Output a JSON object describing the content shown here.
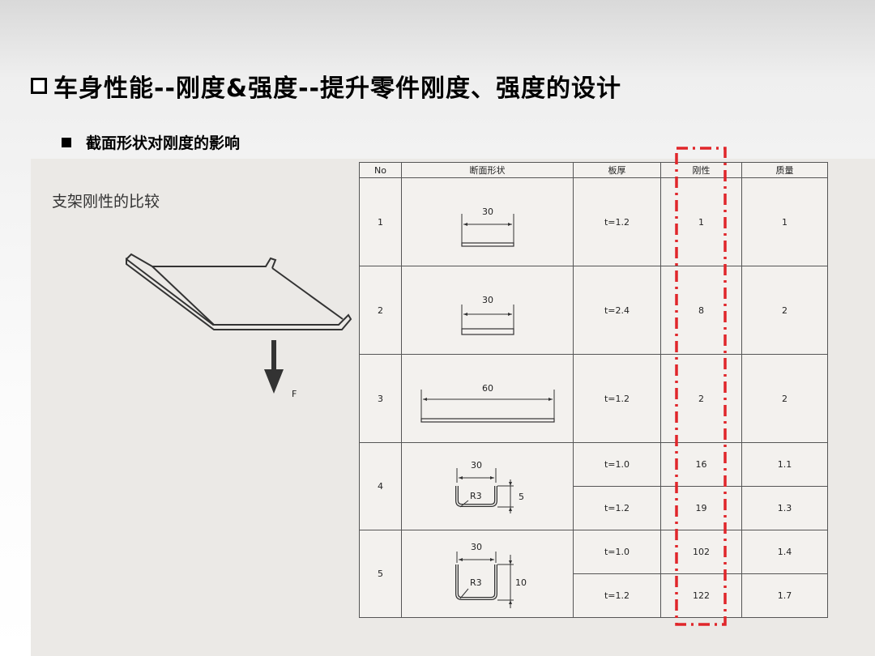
{
  "slide": {
    "title": "车身性能--刚度&强度--提升零件刚度、强度的设计",
    "subtitle": "截面形状对刚度的影响"
  },
  "figure": {
    "heading": "支架刚性的比较",
    "force_label": "F"
  },
  "table": {
    "headers": [
      "No",
      "断面形状",
      "板厚",
      "刚性",
      "质量"
    ],
    "rows": [
      {
        "no": "1",
        "dim": "30",
        "thickness": "t=1.2",
        "stiffness": "1",
        "mass": "1"
      },
      {
        "no": "2",
        "dim": "30",
        "thickness": "t=2.4",
        "stiffness": "8",
        "mass": "2"
      },
      {
        "no": "3",
        "dim": "60",
        "thickness": "t=1.2",
        "stiffness": "2",
        "mass": "2"
      },
      {
        "no": "4",
        "dim": "30",
        "radius": "R3",
        "height": "5",
        "sub": [
          {
            "thickness": "t=1.0",
            "stiffness": "16",
            "mass": "1.1"
          },
          {
            "thickness": "t=1.2",
            "stiffness": "19",
            "mass": "1.3"
          }
        ]
      },
      {
        "no": "5",
        "dim": "30",
        "radius": "R3",
        "height": "10",
        "sub": [
          {
            "thickness": "t=1.0",
            "stiffness": "102",
            "mass": "1.4"
          },
          {
            "thickness": "t=1.2",
            "stiffness": "122",
            "mass": "1.7"
          }
        ]
      }
    ]
  },
  "highlight": {
    "color": "#e0262a",
    "column": "刚性"
  }
}
